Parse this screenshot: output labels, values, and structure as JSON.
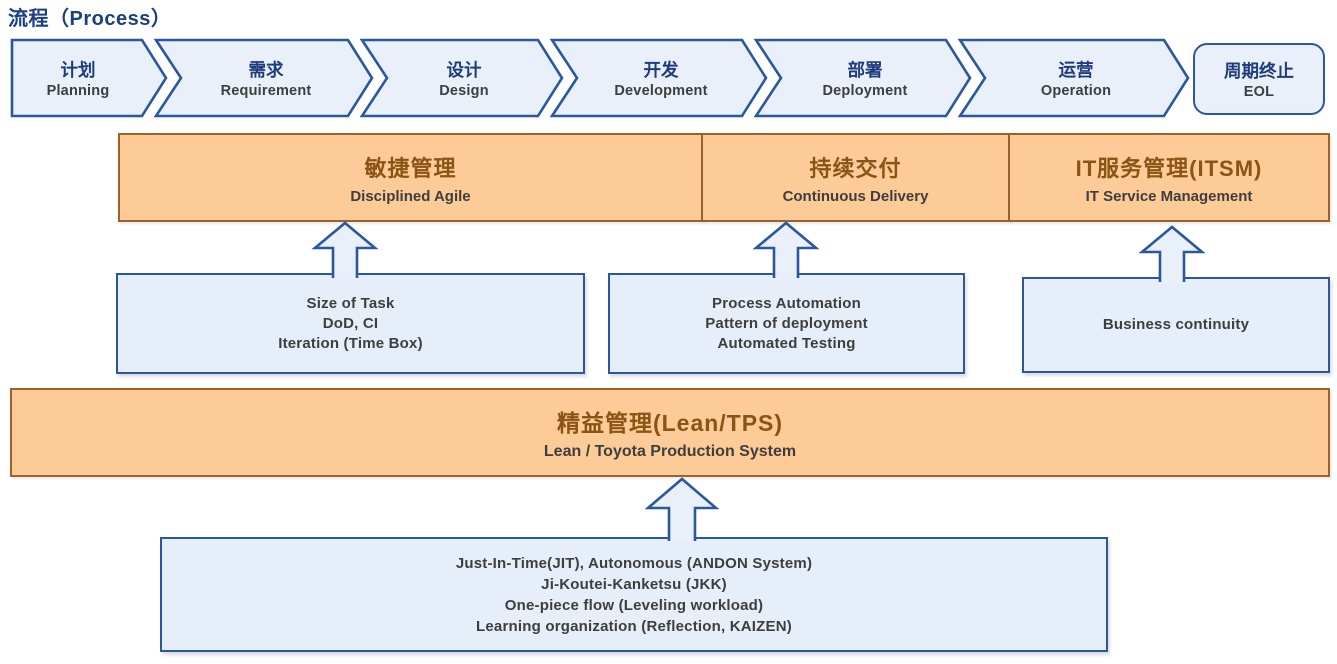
{
  "page": {
    "title": "流程（Process）"
  },
  "process": {
    "steps": [
      {
        "zh": "计划",
        "en": "Planning"
      },
      {
        "zh": "需求",
        "en": "Requirement"
      },
      {
        "zh": "设计",
        "en": "Design"
      },
      {
        "zh": "开发",
        "en": "Development"
      },
      {
        "zh": "部署",
        "en": "Deployment"
      },
      {
        "zh": "运营",
        "en": "Operation"
      }
    ],
    "eol": {
      "zh": "周期终止",
      "en": "EOL"
    }
  },
  "methodologies": [
    {
      "zh": "敏捷管理",
      "en": "Disciplined Agile"
    },
    {
      "zh": "持续交付",
      "en": "Continuous Delivery"
    },
    {
      "zh": "IT服务管理(ITSM)",
      "en": "IT Service Management"
    }
  ],
  "practices": [
    {
      "lines": [
        "Size of Task",
        "DoD, CI",
        "Iteration (Time Box)"
      ]
    },
    {
      "lines": [
        "Process Automation",
        "Pattern of deployment",
        "Automated Testing"
      ]
    },
    {
      "lines": [
        "Business continuity"
      ]
    }
  ],
  "lean": {
    "zh": "精益管理(Lean/TPS)",
    "en": "Lean / Toyota Production System",
    "practices": [
      "Just-In-Time(JIT), Autonomous (ANDON System)",
      "Ji-Koutei-Kanketsu (JKK)",
      "One-piece flow (Leveling workload)",
      "Learning organization (Reflection, KAIZEN)"
    ]
  },
  "colors": {
    "accent_blue": "#2b57a1",
    "navy_text": "#1e3b7d",
    "title_blue": "#1c3e83",
    "light_blue_fill": "#e9f0fa",
    "orange_fill": "#fccb97",
    "orange_border": "#9c6227",
    "brown_text": "#8a5415",
    "dark_text": "#3e3e3e"
  }
}
